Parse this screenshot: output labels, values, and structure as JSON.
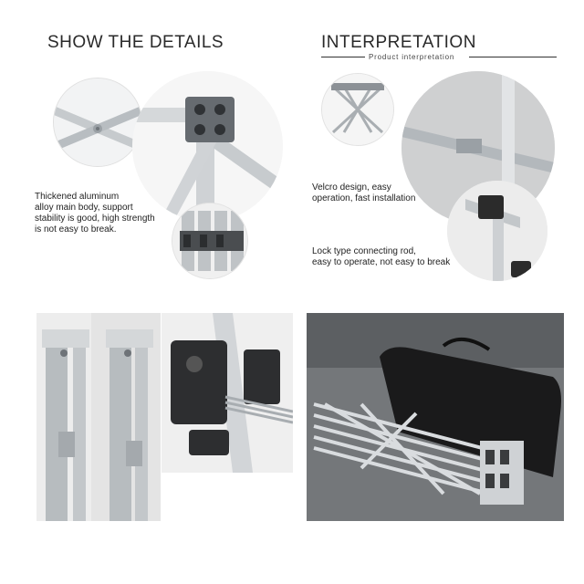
{
  "left_panel": {
    "heading": "SHOW THE DETAILS",
    "caption": "Thickened aluminum\nalloy main body, support\nstability is good, high strength\nis not easy to break."
  },
  "right_panel": {
    "heading": "INTERPRETATION",
    "subheading": "Product interpretation",
    "caption_1": "Velcro design, easy\noperation, fast installation",
    "caption_2": "Lock type connecting rod,\neasy to operate, not easy to break"
  },
  "colors": {
    "metal": "#c9cdd0",
    "metal_dark": "#8e9398",
    "plastic": "#2b2b2b",
    "fabric": "#e8e8e8",
    "ground": "#7a7d80"
  }
}
